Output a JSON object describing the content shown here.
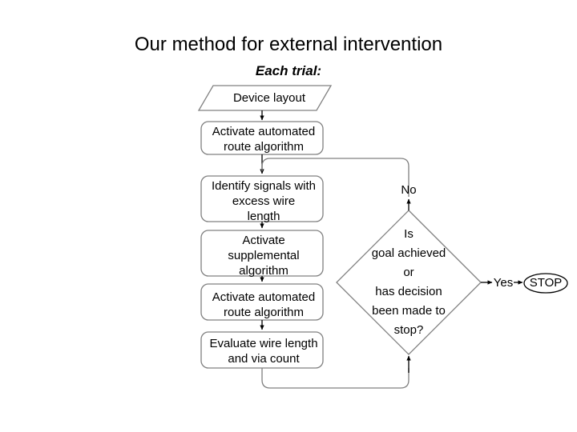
{
  "slide": {
    "title": "Our method for external intervention",
    "subtitle": "Each trial:",
    "background_color": "#ffffff",
    "shape_stroke_color": "#808080",
    "connector_color": "#808080",
    "text_color": "#000000"
  },
  "flowchart": {
    "type": "flowchart",
    "nodes": [
      {
        "id": "device-layout",
        "shape": "parallelogram",
        "label": "Device layout"
      },
      {
        "id": "activate-automated-route-1",
        "shape": "rounded-rectangle",
        "label": "Activate automated route algorithm"
      },
      {
        "id": "identify-signals",
        "shape": "rounded-rectangle",
        "label": "Identify signals with excess wire length"
      },
      {
        "id": "activate-supplemental",
        "shape": "rounded-rectangle",
        "label": "Activate supplemental algorithm"
      },
      {
        "id": "activate-automated-route-2",
        "shape": "rounded-rectangle",
        "label": "Activate automated route algorithm"
      },
      {
        "id": "evaluate-wire",
        "shape": "rounded-rectangle",
        "label": "Evaluate wire length and via count"
      },
      {
        "id": "decision",
        "shape": "diamond",
        "label": "Is\ngoal achieved\nor\nhas decision\nbeen made to\nstop?"
      },
      {
        "id": "stop",
        "shape": "ellipse",
        "label": "STOP"
      }
    ],
    "edge_labels": {
      "no": "No",
      "yes": "Yes"
    },
    "node_lines": {
      "device_layout": "Device layout",
      "activate_route_1": "Activate automated\nroute algorithm",
      "identify_signals": "Identify signals with\nexcess wire\nlength",
      "activate_supplemental": "Activate\nsupplemental\nalgorithm",
      "activate_route_2": "Activate automated\nroute algorithm",
      "evaluate_wire": "Evaluate wire length\nand via count",
      "decision": "Is\ngoal achieved\nor\nhas decision\nbeen made to\nstop?",
      "stop": "STOP"
    }
  }
}
